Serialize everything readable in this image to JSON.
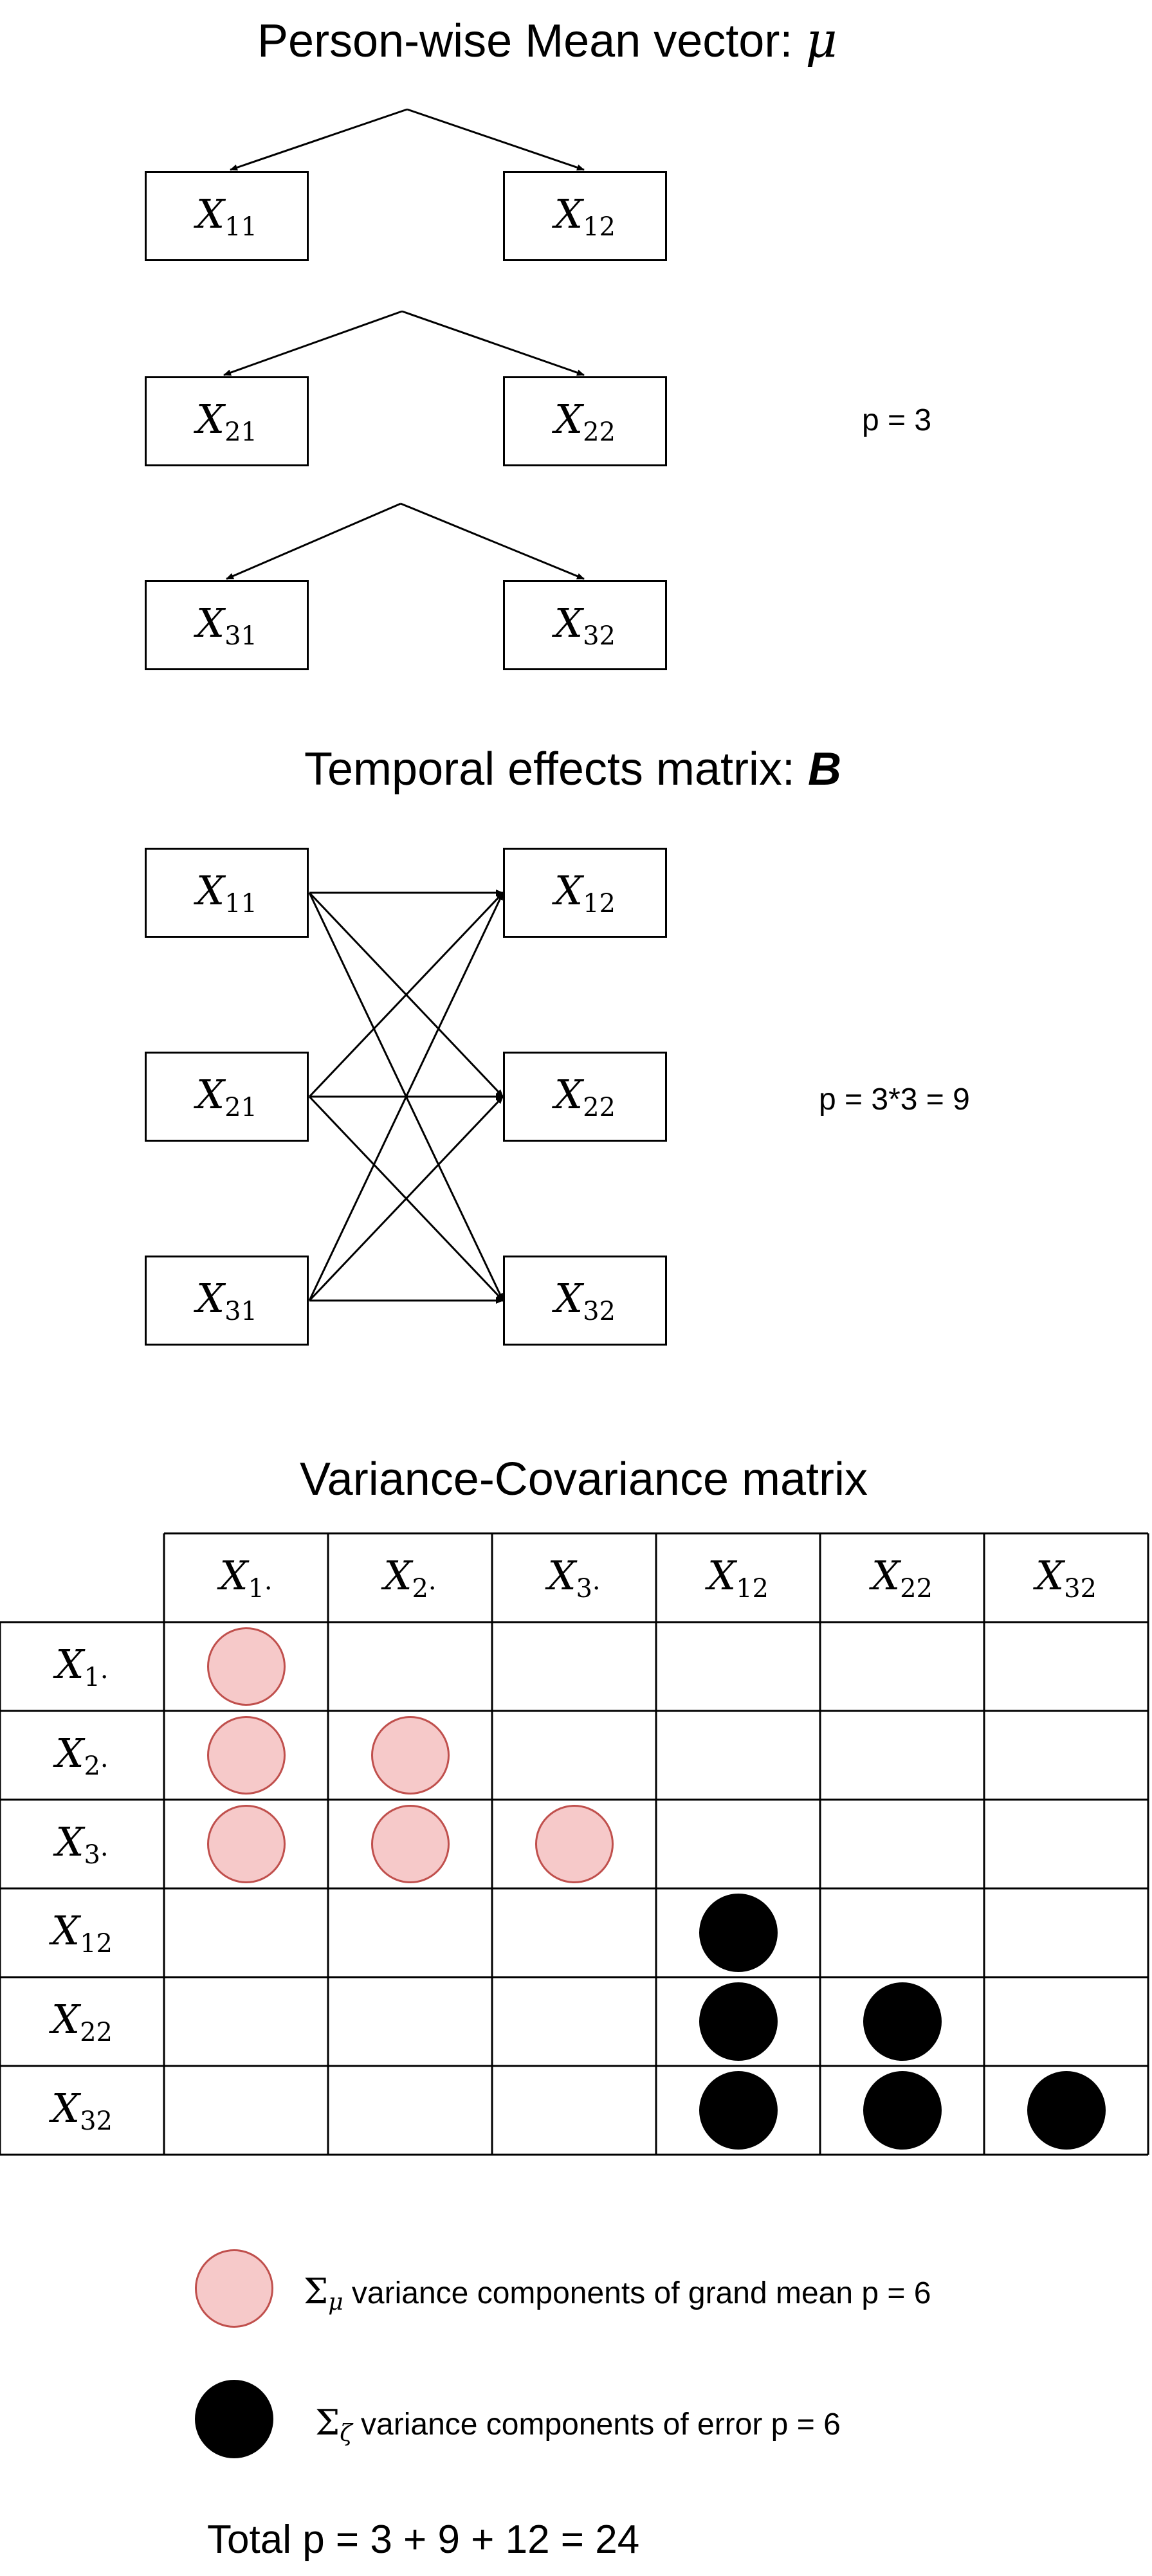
{
  "mean_section": {
    "title_text": "Person-wise Mean vector: ",
    "title_symbol": "μ",
    "param_note": "p = 3",
    "nodes": [
      {
        "var": "X",
        "sub": "11"
      },
      {
        "var": "X",
        "sub": "12"
      },
      {
        "var": "X",
        "sub": "21"
      },
      {
        "var": "X",
        "sub": "22"
      },
      {
        "var": "X",
        "sub": "31"
      },
      {
        "var": "X",
        "sub": "32"
      }
    ]
  },
  "temporal_section": {
    "title_text": "Temporal effects matrix: ",
    "title_symbol": "B",
    "param_note": "p = 3*3 = 9",
    "left_nodes": [
      {
        "var": "X",
        "sub": "11"
      },
      {
        "var": "X",
        "sub": "21"
      },
      {
        "var": "X",
        "sub": "31"
      }
    ],
    "right_nodes": [
      {
        "var": "X",
        "sub": "12"
      },
      {
        "var": "X",
        "sub": "22"
      },
      {
        "var": "X",
        "sub": "32"
      }
    ]
  },
  "covariance_section": {
    "title": "Variance-Covariance matrix",
    "column_headers": [
      {
        "var": "X",
        "sub": "1·"
      },
      {
        "var": "X",
        "sub": "2·"
      },
      {
        "var": "X",
        "sub": "3·"
      },
      {
        "var": "X",
        "sub": "12"
      },
      {
        "var": "X",
        "sub": "22"
      },
      {
        "var": "X",
        "sub": "32"
      }
    ],
    "row_headers": [
      {
        "var": "X",
        "sub": "1·"
      },
      {
        "var": "X",
        "sub": "2·"
      },
      {
        "var": "X",
        "sub": "3·"
      },
      {
        "var": "X",
        "sub": "12"
      },
      {
        "var": "X",
        "sub": "22"
      },
      {
        "var": "X",
        "sub": "32"
      }
    ],
    "filled_cells": [
      {
        "row": 0,
        "col": 0,
        "kind": "mean"
      },
      {
        "row": 1,
        "col": 0,
        "kind": "mean"
      },
      {
        "row": 1,
        "col": 1,
        "kind": "mean"
      },
      {
        "row": 2,
        "col": 0,
        "kind": "mean"
      },
      {
        "row": 2,
        "col": 1,
        "kind": "mean"
      },
      {
        "row": 2,
        "col": 2,
        "kind": "mean"
      },
      {
        "row": 3,
        "col": 3,
        "kind": "error"
      },
      {
        "row": 4,
        "col": 3,
        "kind": "error"
      },
      {
        "row": 4,
        "col": 4,
        "kind": "error"
      },
      {
        "row": 5,
        "col": 3,
        "kind": "error"
      },
      {
        "row": 5,
        "col": 4,
        "kind": "error"
      },
      {
        "row": 5,
        "col": 5,
        "kind": "error"
      }
    ]
  },
  "legend": {
    "mean": {
      "symbol": "Σ",
      "sub": "μ",
      "text": " variance components of grand mean p = 6"
    },
    "error": {
      "symbol": "Σ",
      "sub": "ζ",
      "text": " variance components of error p = 6"
    }
  },
  "total": "Total p = 3 + 9 + 12 = 24",
  "colors": {
    "mean_fill": "#f6c9c9",
    "mean_stroke": "#c0504d",
    "error_fill": "#000000",
    "line": "#000000"
  }
}
